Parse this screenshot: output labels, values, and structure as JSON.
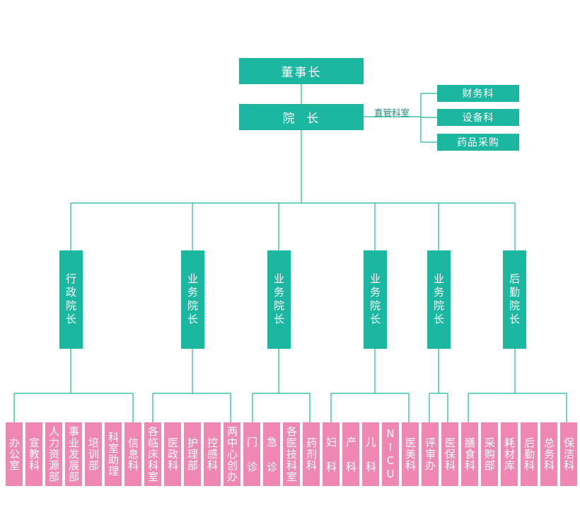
{
  "chairman": "董事长",
  "president": "院  长",
  "direct_label": "直管科室",
  "direct_depts": [
    "财务科",
    "设备科",
    "药品采购"
  ],
  "vice_presidents": [
    {
      "title": "行政院长",
      "depts": [
        "办公室",
        "宣教科",
        "人力资源部",
        "事业发展部",
        "培训部",
        "科室助理",
        "信息科"
      ]
    },
    {
      "title": "业务院长",
      "depts": [
        "各临床科室",
        "医政科",
        "护理部",
        "控感科",
        "两中心创办"
      ]
    },
    {
      "title": "业务院长",
      "depts": [
        "门 诊",
        "急 诊",
        "各医技科室",
        "药剂科"
      ]
    },
    {
      "title": "业务院长",
      "depts": [
        "妇 科",
        "产 科",
        "儿 科",
        "NICU",
        "医美科"
      ]
    },
    {
      "title": "业务院长",
      "depts": [
        "评审办",
        "医保科"
      ]
    },
    {
      "title": "后勤院长",
      "depts": [
        "膳食科",
        "采购部",
        "耗材库",
        "后勤科",
        "总务科",
        "保洁科"
      ]
    }
  ],
  "colors": {
    "teal": "#1bb7a0",
    "pink": "#ee88b3",
    "line": "#1bb7a0"
  }
}
